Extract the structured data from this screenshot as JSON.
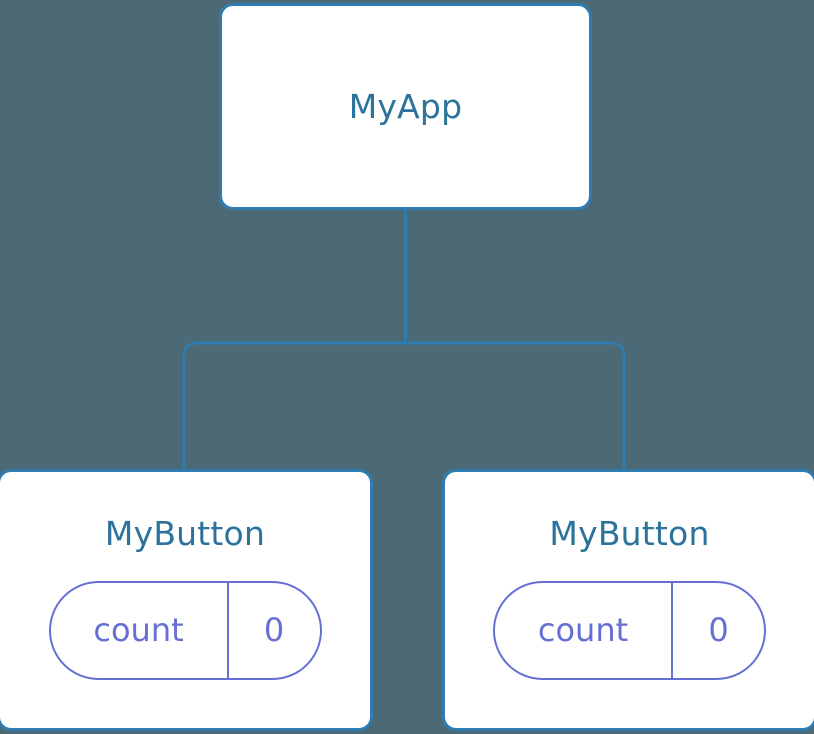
{
  "diagram": {
    "type": "component-tree",
    "background_color": "#4c6a75",
    "node_border_color": "#2e7cb0",
    "node_fill_color": "#ffffff",
    "title_text_color": "#2c739c",
    "pill_color": "#6670d4",
    "connector_color": "#2e7cb0",
    "root": {
      "title": "MyApp"
    },
    "children": [
      {
        "title": "MyButton",
        "state": {
          "key": "count",
          "value": "0"
        }
      },
      {
        "title": "MyButton",
        "state": {
          "key": "count",
          "value": "0"
        }
      }
    ]
  }
}
